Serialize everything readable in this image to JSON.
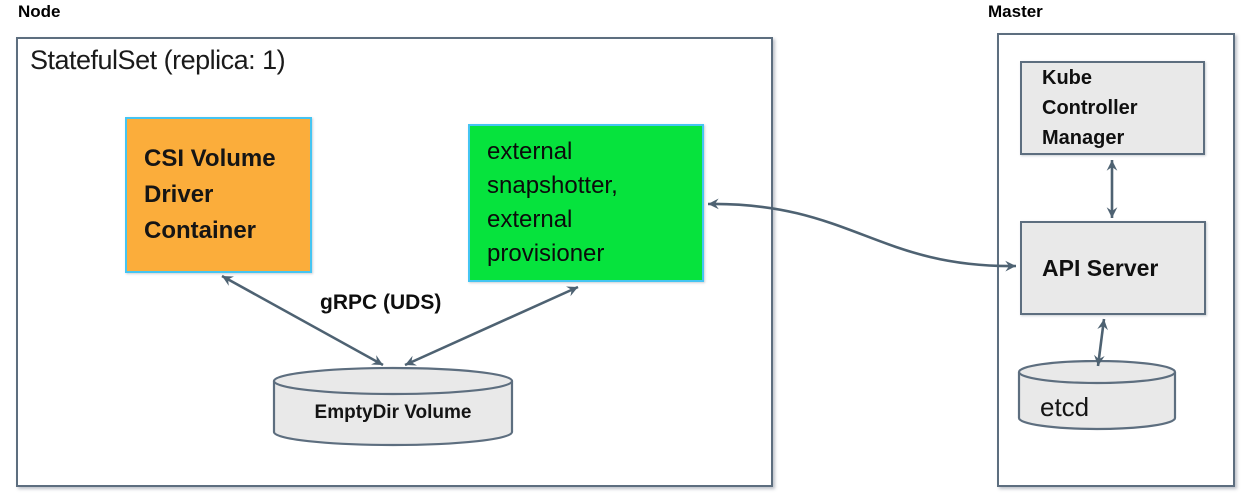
{
  "colors": {
    "box_border": "#5d6e7f",
    "arrow": "#4e6272",
    "highlight_border": "#45c5f2",
    "csi_fill": "#fbad3b",
    "sidecar_fill": "#06e33d",
    "gray_fill": "#e9e9e9",
    "background": "#ffffff"
  },
  "node": {
    "label": "Node",
    "statefulset_title": "StatefulSet (replica: 1)",
    "csi_driver": {
      "lines": [
        "CSI Volume",
        "Driver",
        "Container"
      ]
    },
    "sidecars": {
      "lines": [
        "external",
        "snapshotter,",
        "external",
        "provisioner"
      ]
    },
    "grpc_label": "gRPC (UDS)",
    "emptydir_label": "EmptyDir Volume"
  },
  "master": {
    "label": "Master",
    "kube_controller_manager": {
      "lines": [
        "Kube",
        "Controller",
        "Manager"
      ]
    },
    "api_server_label": "API Server",
    "etcd_label": "etcd"
  }
}
